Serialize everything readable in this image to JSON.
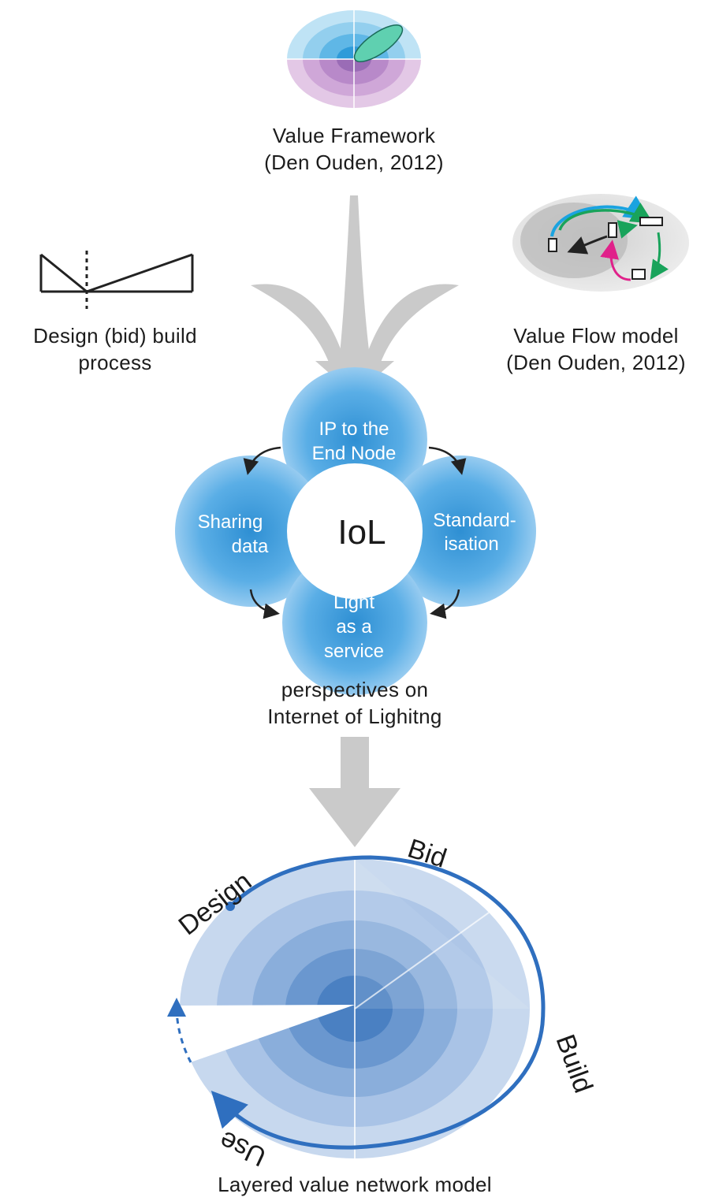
{
  "colors": {
    "arrow_gray": "#c9c9c9",
    "petal_light": "#8fc6ee",
    "petal_dark": "#2e8fd3",
    "petal_text": "#ffffff",
    "center_text": "#1a1a1a",
    "layer_blue_light": "#c7d8ee",
    "layer_blue_dark": "#4a80c2",
    "cycle_arc": "#2f6fbf",
    "flow_green": "#19a35b",
    "flow_magenta": "#e0218a",
    "flow_cyan": "#1aa3e0",
    "caption_text": "#1c1c1c"
  },
  "captions": {
    "value_framework": [
      "Value Framework",
      "(Den Ouden, 2012)"
    ],
    "design_build": [
      "Design (bid) build",
      "process"
    ],
    "value_flow": [
      "Value Flow model",
      "(Den Ouden, 2012)"
    ],
    "perspectives": [
      "perspectives on",
      "Internet of Lighitng"
    ],
    "layered_model": "Layered value network model"
  },
  "iol": {
    "center_label": "IoL",
    "petals": {
      "top": [
        "IP to the",
        "End Node"
      ],
      "left": [
        "Sharing",
        "data"
      ],
      "right": [
        "Standard-",
        "isation"
      ],
      "bottom": [
        "Light",
        "as a",
        "service"
      ]
    }
  },
  "cycle": {
    "design": "Design",
    "bid": "Bid",
    "build": "Build",
    "use": "Use"
  },
  "icons": [
    "value-framework-icon",
    "design-build-process-icon",
    "value-flow-model-icon",
    "iol-perspectives-icon",
    "layered-value-network-icon"
  ]
}
